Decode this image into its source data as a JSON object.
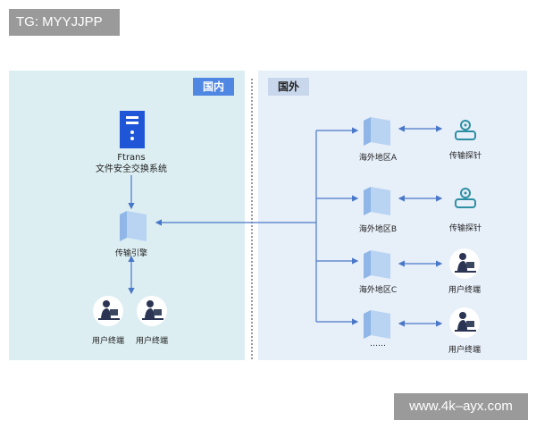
{
  "watermarks": {
    "top_left": "TG: MYYJJPP",
    "bottom_right": "www.4k–ayx.com"
  },
  "domestic": {
    "tag": "国内",
    "system_name_line1": "Ftrans",
    "system_name_line2": "文件安全交换系统",
    "engine_label": "传输引擎",
    "users": [
      "用户终端",
      "用户终端"
    ]
  },
  "overseas": {
    "tag": "国外",
    "regions": [
      "海外地区A",
      "海外地区B",
      "海外地区C",
      "……"
    ],
    "endpoints": [
      "传输探针",
      "传输探针",
      "用户终端",
      "用户终端"
    ]
  },
  "colors": {
    "accent": "#4f87e3",
    "line": "#4a78c8",
    "server": "#b9d4f3",
    "dark_server": "#1f56d8"
  }
}
